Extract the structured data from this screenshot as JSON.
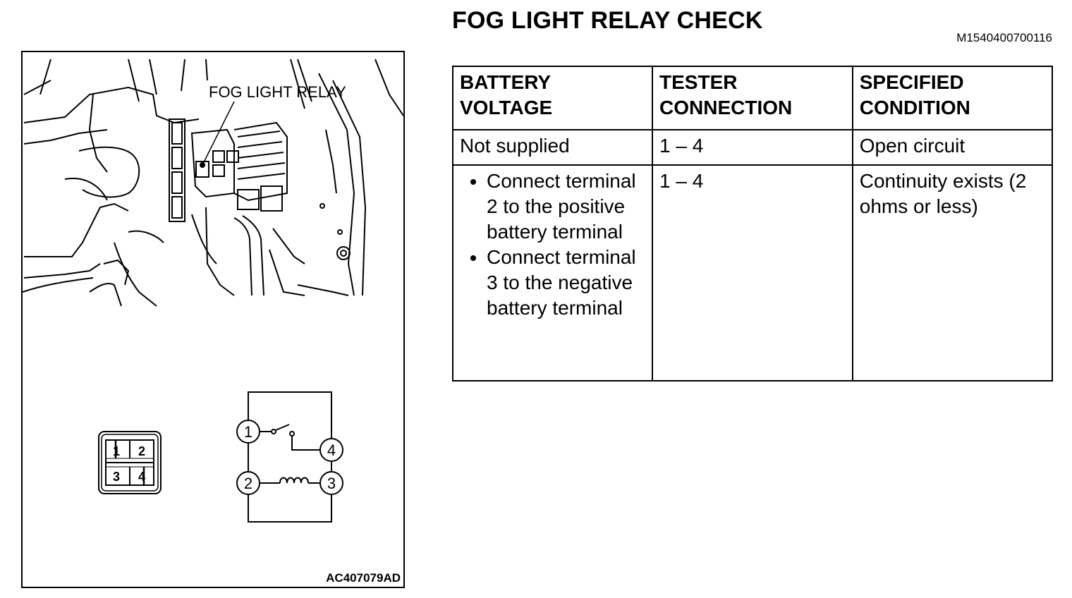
{
  "title": "FOG LIGHT RELAY CHECK",
  "doc_id": "M1540400700116",
  "figure": {
    "callout": "FOG LIGHT RELAY",
    "code": "AC407079AD",
    "connector_pins": [
      "1",
      "2",
      "3",
      "4"
    ],
    "circuit_terminals": [
      "1",
      "4",
      "2",
      "3"
    ]
  },
  "table": {
    "headers": [
      [
        "BATTERY",
        "VOLTAGE"
      ],
      [
        "TESTER",
        "CONNECTION"
      ],
      [
        "SPECIFIED",
        "CONDITION"
      ]
    ],
    "rows": [
      {
        "battery": "Not supplied",
        "tester": "1 – 4",
        "condition": "Open circuit"
      },
      {
        "battery_items": [
          "Connect terminal 2 to the positive battery terminal",
          "Connect terminal 3 to the negative battery terminal"
        ],
        "tester": "1 – 4",
        "condition": "Continuity exists (2 ohms or less)"
      }
    ]
  }
}
